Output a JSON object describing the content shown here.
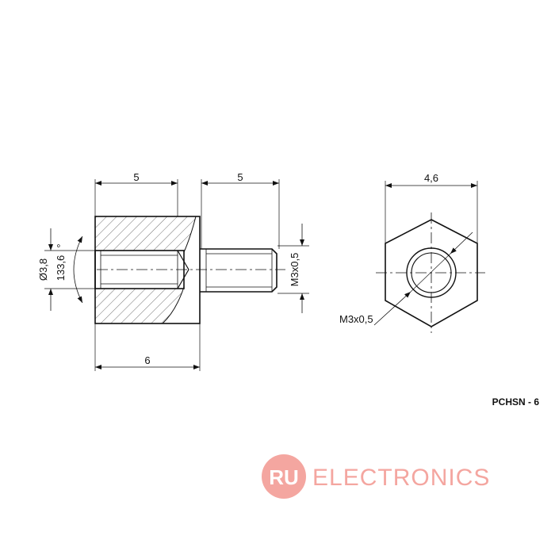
{
  "drawing": {
    "dim_top_left": "5",
    "dim_top_right": "5",
    "dim_bottom": "6",
    "dim_diameter": "Ø3,8",
    "dim_angle": "133,6",
    "dim_angle_unit": "°",
    "dim_thread_side": "M3x0,5",
    "dim_hex_width": "4,6",
    "dim_thread_hex": "M3x0,5",
    "part_code": "PCHSN - 6"
  },
  "watermark": {
    "badge": "RU",
    "text": "ELECTRONICS",
    "color": "#f4a6a0"
  }
}
